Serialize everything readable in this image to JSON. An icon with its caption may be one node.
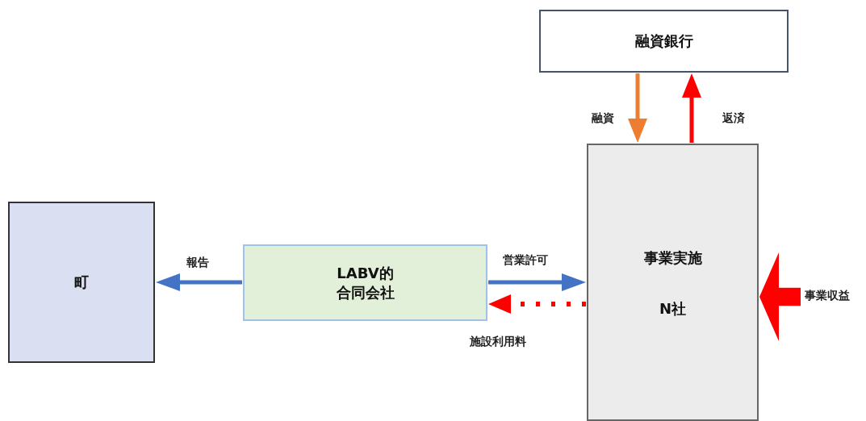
{
  "diagram": {
    "nodes": [
      {
        "text": [
          "融資銀行"
        ]
      },
      {
        "text": [
          "町"
        ]
      },
      {
        "text": [
          "LABV的合同会社"
        ]
      },
      {
        "text": [
          "事業実施",
          "N社"
        ]
      }
    ],
    "edges": [
      {
        "from": 0,
        "to": 3,
        "arrow": "to",
        "label": "融資",
        "color": "#ed7d31"
      },
      {
        "from": 3,
        "to": 0,
        "arrow": "to",
        "label": "返済",
        "color": "#ff0000"
      },
      {
        "from": 2,
        "to": 1,
        "arrow": "to",
        "label": "報告",
        "color": "#4472c4"
      },
      {
        "from": 2,
        "to": 3,
        "arrow": "to",
        "label": "営業許可",
        "color": "#4472c4"
      },
      {
        "from": 3,
        "to": 2,
        "arrow": "to",
        "label": "施設利用料",
        "style": "dashed",
        "color": "#ff0000"
      },
      {
        "from": null,
        "to": 3,
        "arrow": "to",
        "label": "事業収益",
        "style": "thick",
        "color": "#ff0000"
      }
    ]
  }
}
